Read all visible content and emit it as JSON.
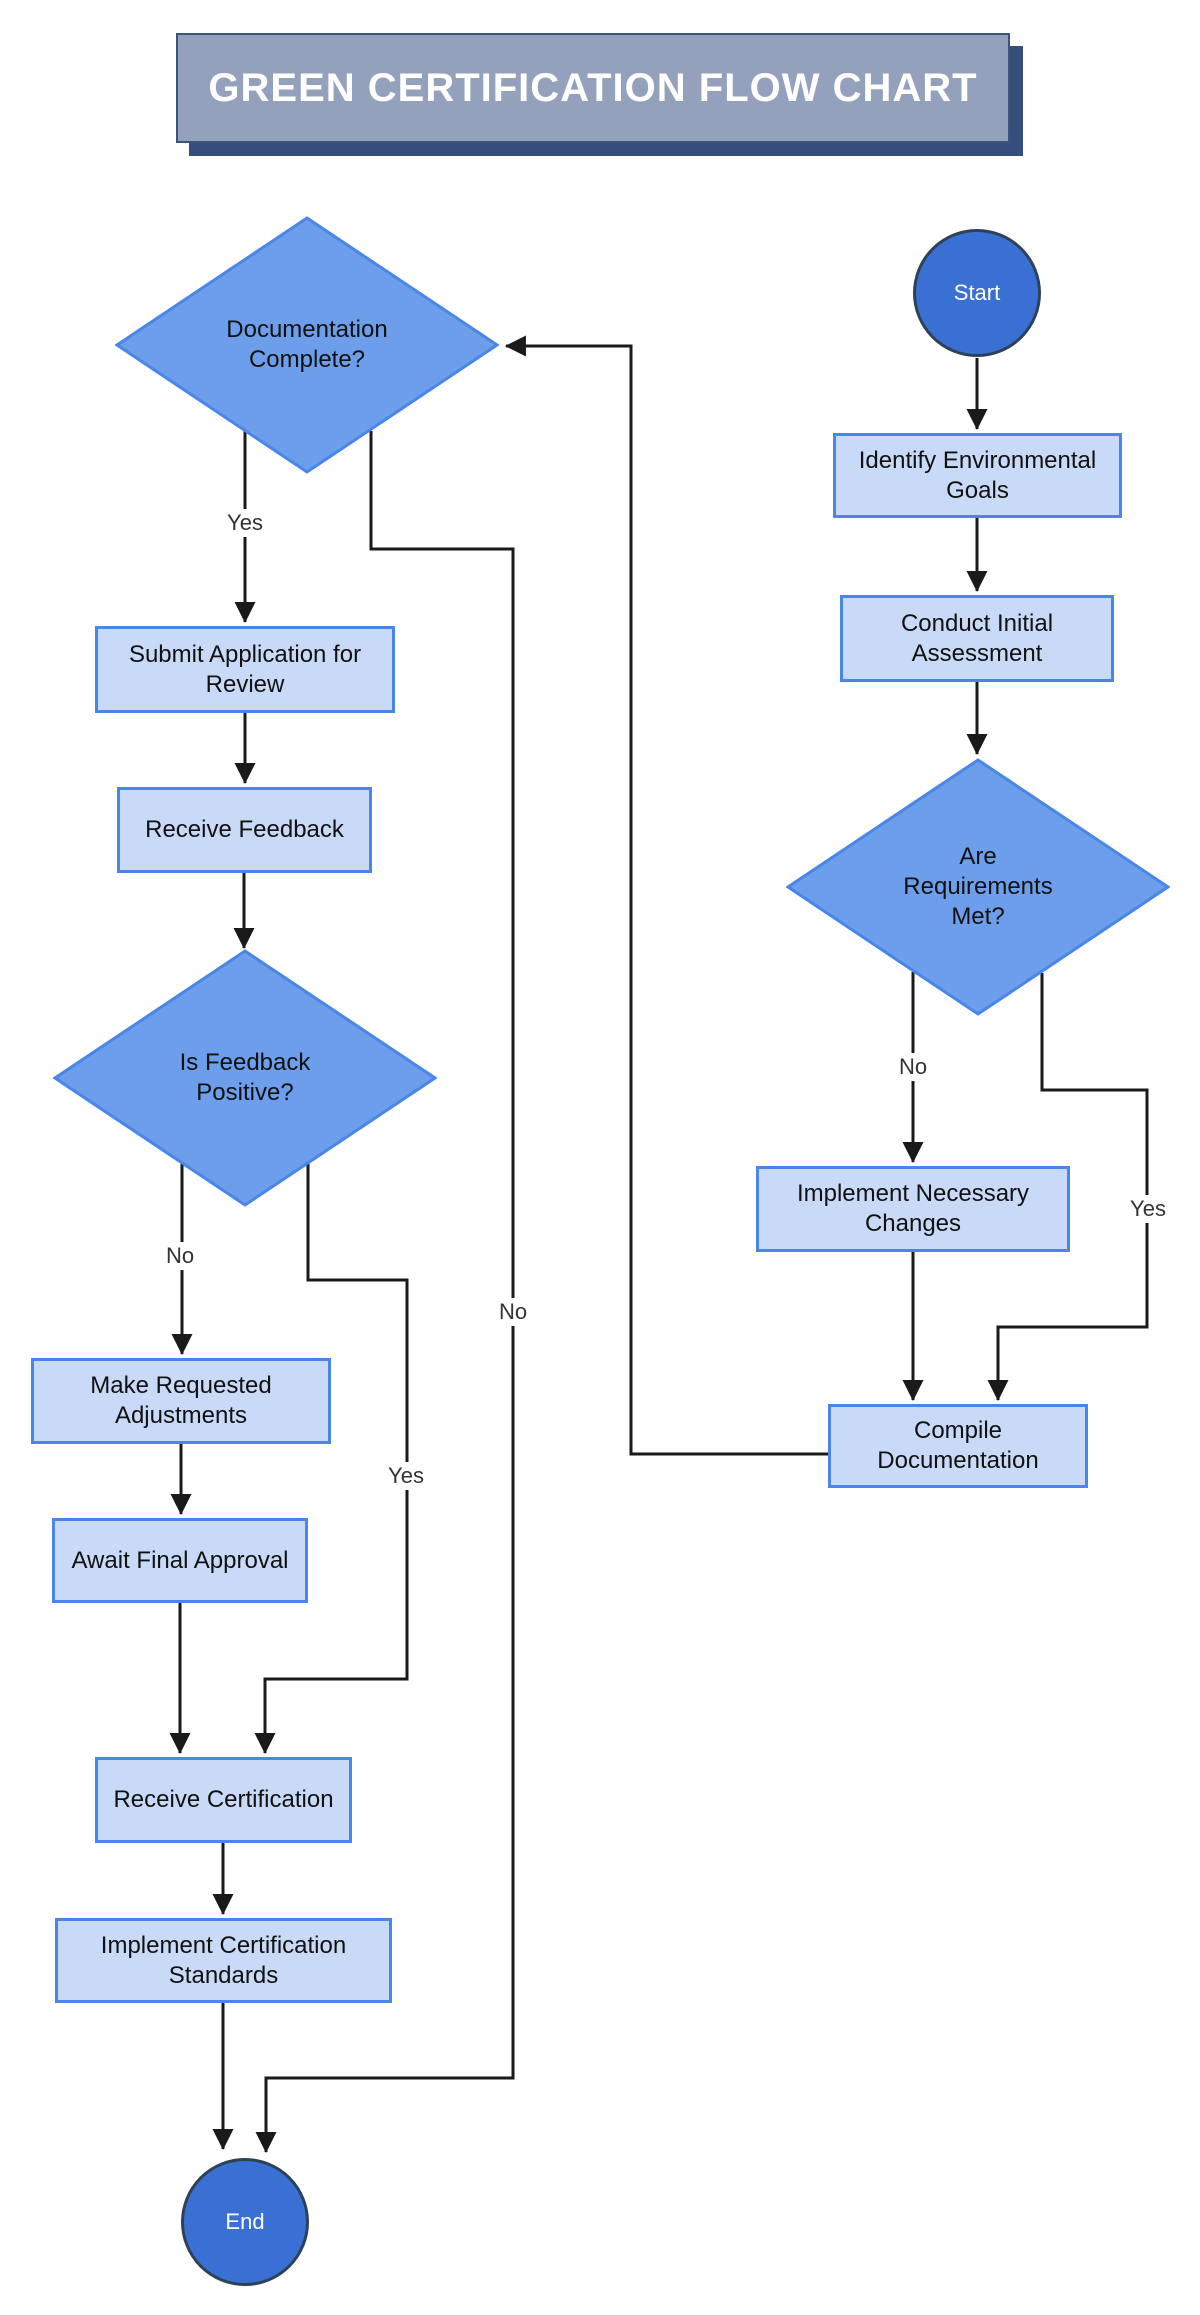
{
  "title": {
    "text": "GREEN CERTIFICATION FLOW CHART"
  },
  "nodes": {
    "start": {
      "label": "Start",
      "type": "terminal"
    },
    "identify_goals": {
      "label": "Identify Environmental\nGoals",
      "type": "process"
    },
    "conduct_assessment": {
      "label": "Conduct Initial\nAssessment",
      "type": "process"
    },
    "requirements_met": {
      "label": "Are\nRequirements\nMet?",
      "type": "decision"
    },
    "implement_changes": {
      "label": "Implement Necessary\nChanges",
      "type": "process"
    },
    "compile_documentation": {
      "label": "Compile\nDocumentation",
      "type": "process"
    },
    "documentation_complete": {
      "label": "Documentation\nComplete?",
      "type": "decision"
    },
    "submit_application": {
      "label": "Submit Application for\nReview",
      "type": "process"
    },
    "receive_feedback": {
      "label": "Receive Feedback",
      "type": "process"
    },
    "feedback_positive": {
      "label": "Is Feedback\nPositive?",
      "type": "decision"
    },
    "make_adjustments": {
      "label": "Make Requested\nAdjustments",
      "type": "process"
    },
    "await_approval": {
      "label": "Await Final Approval",
      "type": "process"
    },
    "receive_certification": {
      "label": "Receive Certification",
      "type": "process"
    },
    "implement_standards": {
      "label": "Implement Certification\nStandards",
      "type": "process"
    },
    "end": {
      "label": "End",
      "type": "terminal"
    }
  },
  "edge_labels": {
    "documentation_complete_yes": "Yes",
    "documentation_complete_no": "No",
    "requirements_met_no": "No",
    "requirements_met_yes": "Yes",
    "feedback_positive_no": "No",
    "feedback_positive_yes": "Yes"
  },
  "colors": {
    "process_fill": "#c9daf8",
    "process_border": "#4a86e8",
    "decision_fill": "#6d9eeb",
    "decision_border": "#4a86e8",
    "terminal_fill": "#3a70d4",
    "terminal_border": "#2c4257",
    "title_fill": "#93a1bc",
    "title_border": "#3d5379",
    "title_shadow": "#364e7b",
    "connector": "#1a1a1a"
  }
}
